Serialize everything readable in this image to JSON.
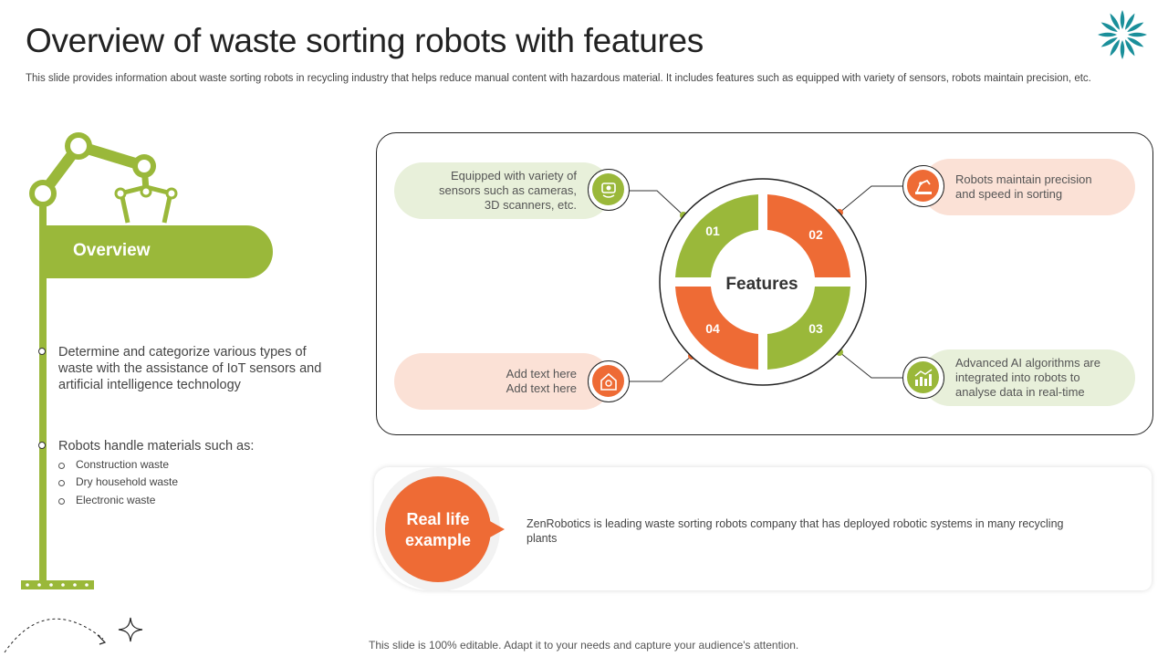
{
  "title": "Overview of waste sorting robots with features",
  "subtitle": "This slide provides information about waste sorting robots in recycling industry that helps reduce manual content with hazardous material. It includes features such as  equipped with variety of sensors, robots maintain precision, etc.",
  "overview": {
    "label": "Overview",
    "bullets": [
      "Determine and categorize various types of waste with the assistance of IoT sensors and artificial intelligence technology",
      "Robots handle materials such as:"
    ],
    "materials": [
      "Construction waste",
      "Dry household waste",
      "Electronic waste"
    ]
  },
  "features": {
    "center_label": "Features",
    "segments": [
      "01",
      "02",
      "03",
      "04"
    ],
    "items": {
      "f01": "Equipped with variety of sensors such as cameras, 3D scanners, etc.",
      "f02": "Robots maintain precision and speed in sorting",
      "f03": "Advanced AI algorithms are integrated into robots to analyse data in real-time",
      "f04": "Add text here\nAdd text here"
    }
  },
  "real_life": {
    "label": "Real life example",
    "text": "ZenRobotics is leading waste sorting robots company that has deployed robotic systems in many recycling plants"
  },
  "footnote": "This slide is 100% editable. Adapt it to your needs and capture your audience's attention.",
  "colors": {
    "green": "#9ab83a",
    "orange": "#ee6b35",
    "teal": "#1a8f9a",
    "green_bg": "#e8f0da",
    "peach_bg": "#fbe1d6"
  },
  "icons": [
    "robot-arm-icon",
    "sensor-camera-icon",
    "robot-precision-icon",
    "ai-analytics-icon",
    "robot-house-icon",
    "logo-pinwheel-icon",
    "sparkle-icon"
  ]
}
